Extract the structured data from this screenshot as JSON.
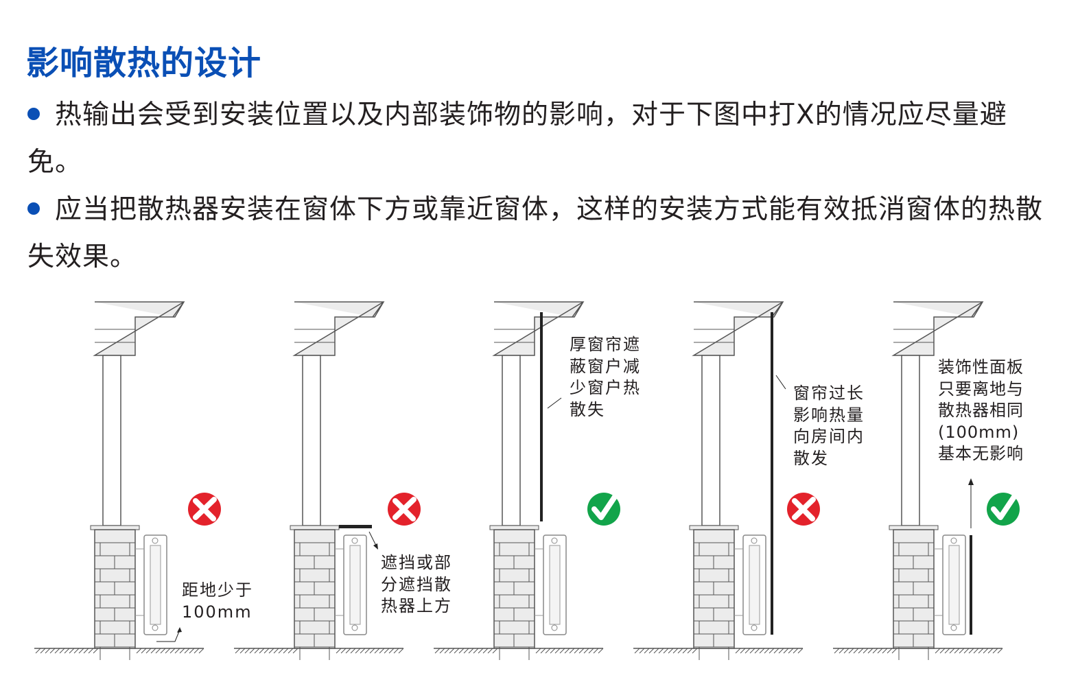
{
  "title": "影响散热的设计",
  "bullets": [
    "热输出会受到安装位置以及内部装饰物的影响，对于下图中打X的情况应尽量避免。",
    "应当把散热器安装在窗体下方或靠近窗体，这样的安装方式能有效抵消窗体的热散失效果。"
  ],
  "panels": [
    {
      "label": "距地少于\n100mm",
      "verdict": "wrong",
      "variant": "low"
    },
    {
      "label": "遮挡或部\n分遮挡散\n热器上方",
      "variant": "shelf",
      "verdict": "wrong"
    },
    {
      "label": "厚窗帘遮\n蔽窗户减\n少窗户热\n散失",
      "variant": "curtain",
      "verdict": "right"
    },
    {
      "label": "窗帘过长\n影响热量\n向房间内\n散发",
      "variant": "longcurtain",
      "verdict": "wrong"
    },
    {
      "label": "装饰性面板\n只要离地与\n散热器相同\n(100mm)\n基本无影响",
      "variant": "panel",
      "verdict": "right"
    }
  ],
  "colors": {
    "accent": "#0a4fb5",
    "wrong": "#e3222b",
    "right": "#12a44a"
  }
}
